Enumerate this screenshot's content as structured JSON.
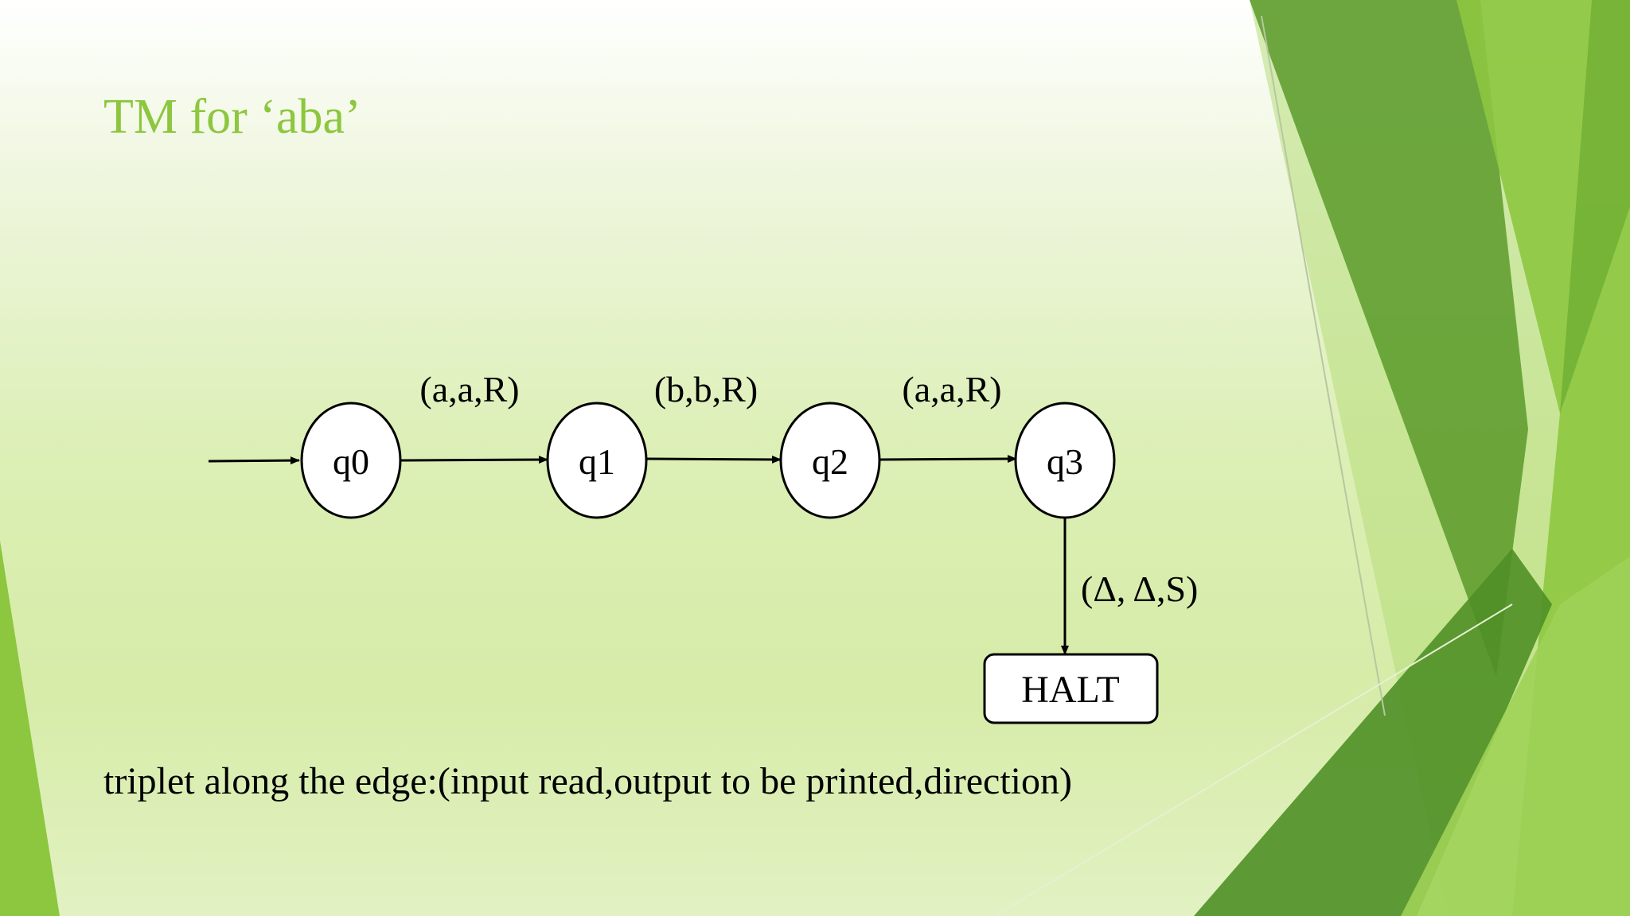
{
  "slide": {
    "title": "TM for ‘aba’",
    "caption": "triplet along the edge:(input read,output to be printed,direction)"
  },
  "diagram": {
    "states": [
      "q0",
      "q1",
      "q2",
      "q3"
    ],
    "halt": "HALT",
    "transitions": [
      {
        "from": "q0",
        "to": "q1",
        "label": "(a,a,R)"
      },
      {
        "from": "q1",
        "to": "q2",
        "label": "(b,b,R)"
      },
      {
        "from": "q2",
        "to": "q3",
        "label": "(a,a,R)"
      },
      {
        "from": "q3",
        "to": "HALT",
        "label": "(Δ, Δ,S)"
      }
    ]
  },
  "colors": {
    "title": "#8dc63f",
    "accent_dark": "#5a9a2a",
    "accent_light": "#8dc63f"
  }
}
